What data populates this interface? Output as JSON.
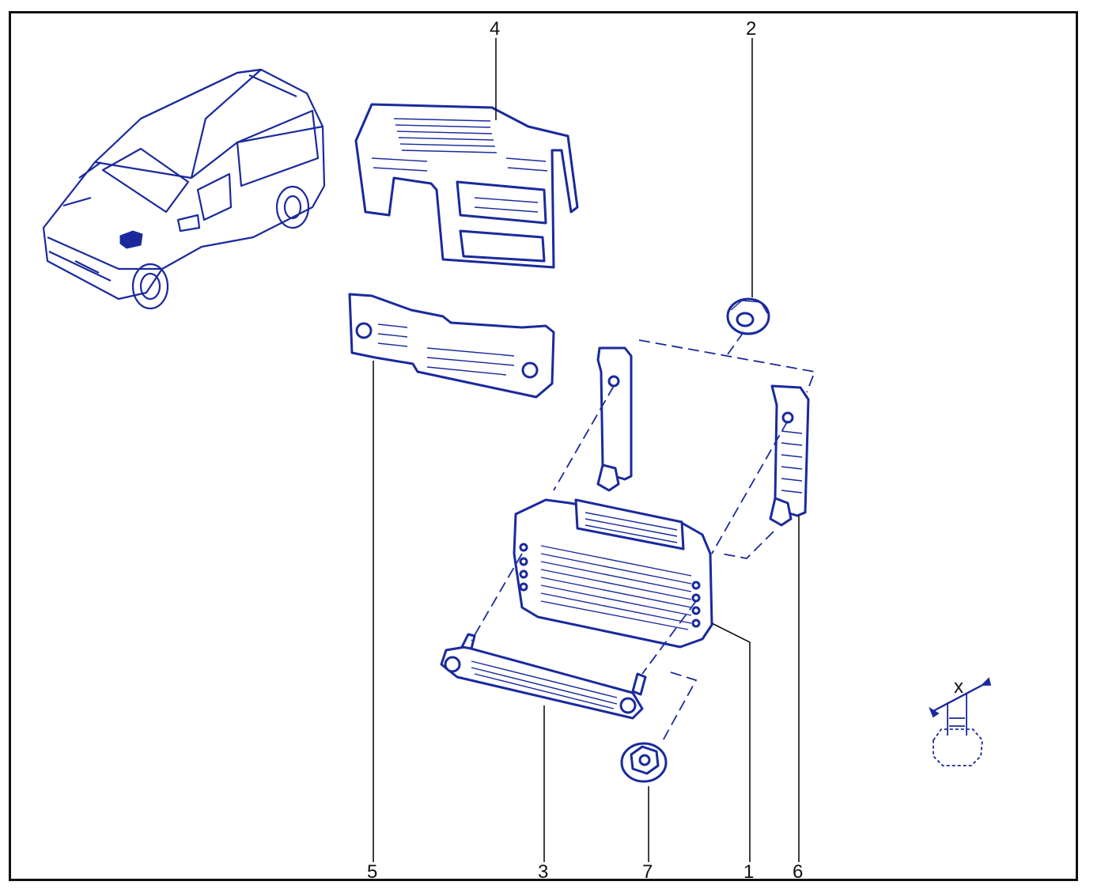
{
  "colors": {
    "ink": "#1a2a9c",
    "leader": "#111111",
    "frame": "#111111"
  },
  "callouts": {
    "c1": "1",
    "c2": "2",
    "c3": "3",
    "c4": "4",
    "c5": "5",
    "c6": "6",
    "c7": "7"
  },
  "torque_symbol": {
    "label": "x"
  }
}
